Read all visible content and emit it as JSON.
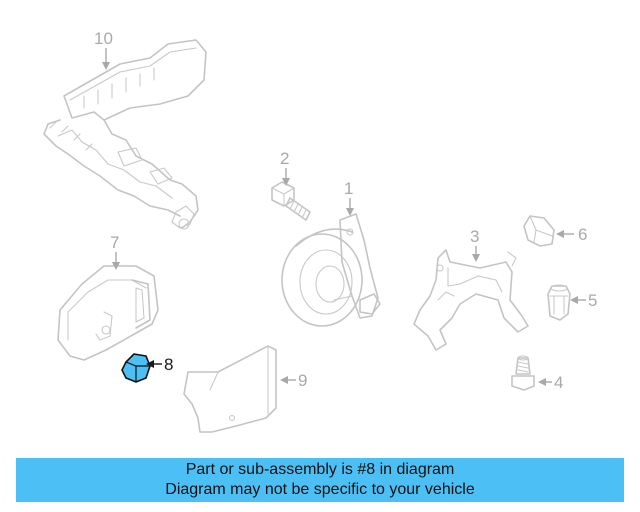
{
  "callouts": {
    "part_1": "1",
    "part_2": "2",
    "part_3": "3",
    "part_4": "4",
    "part_5": "5",
    "part_6": "6",
    "part_7": "7",
    "part_8": "8",
    "part_9": "9",
    "part_10": "10"
  },
  "highlight": {
    "part": "8",
    "color": "#4cc0f5"
  },
  "banner": {
    "line1": "Part or sub-assembly is #8 in diagram",
    "line2": "Diagram may not be specific to your vehicle",
    "color": "#4cc0f5"
  }
}
